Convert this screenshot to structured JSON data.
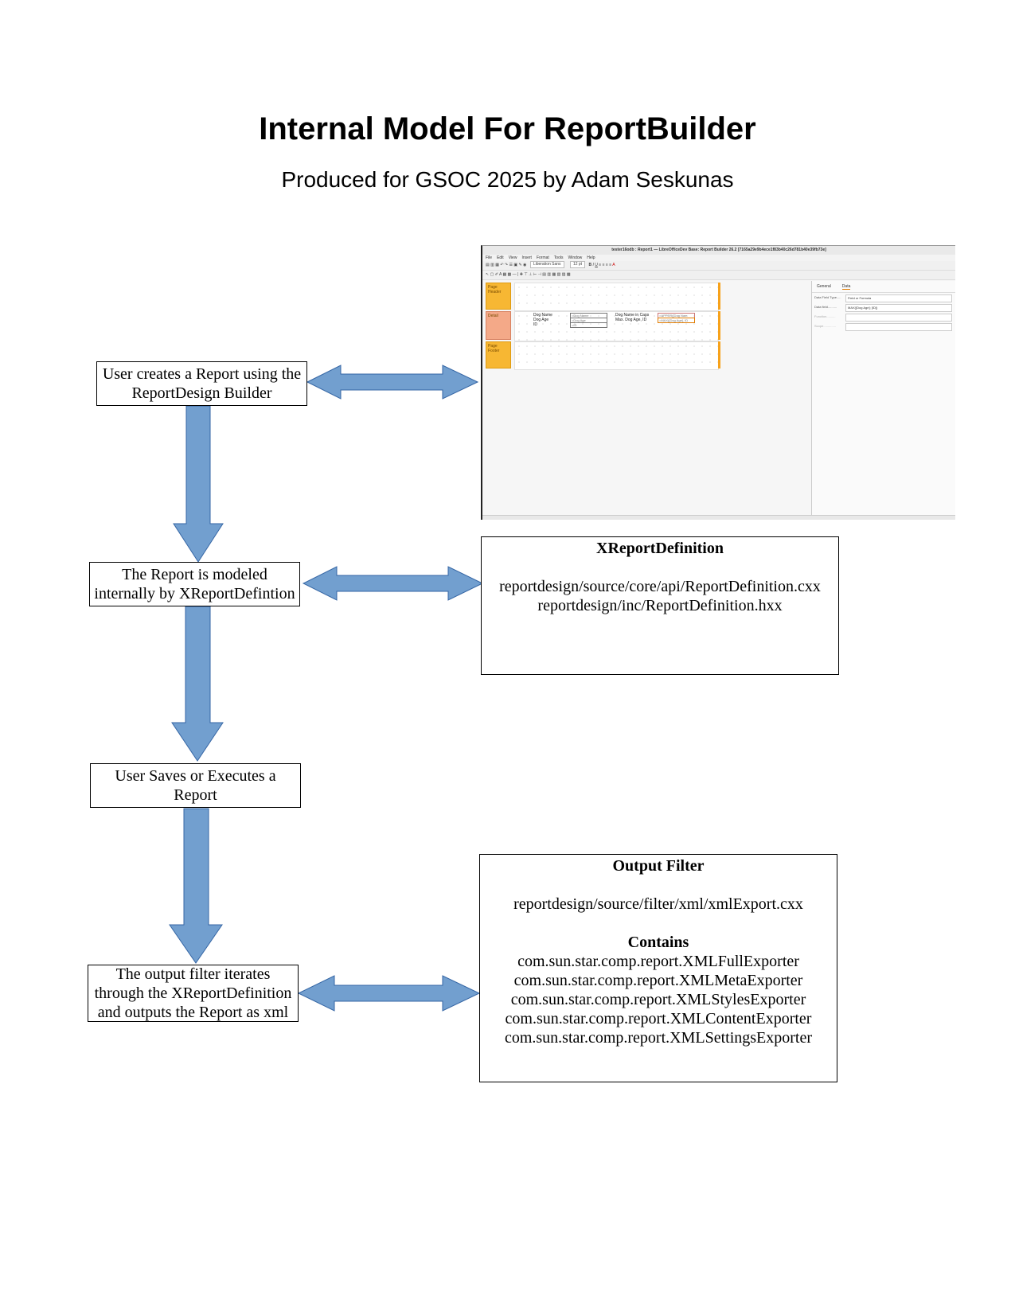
{
  "title": "Internal Model For ReportBuilder",
  "subtitle": "Produced for GSOC 2025 by Adam Seskunas",
  "steps": [
    {
      "lines": [
        "User creates a Report using the",
        "ReportDesign Builder"
      ]
    },
    {
      "lines": [
        "The Report is modeled",
        "internally by XReportDefintion"
      ]
    },
    {
      "lines": [
        "User Saves or Executes a",
        "Report"
      ]
    },
    {
      "lines": [
        "The output filter iterates",
        "through the XReportDefinition",
        "and outputs the Report as xml"
      ]
    }
  ],
  "definition_box": {
    "heading": "XReportDefinition",
    "lines": [
      "reportdesign/source/core/api/ReportDefinition.cxx",
      "reportdesign/inc/ReportDefinition.hxx"
    ]
  },
  "filter_box": {
    "heading": "Output Filter",
    "file": "reportdesign/source/filter/xml/xmlExport.cxx",
    "contains_heading": "Contains",
    "exporters": [
      "com.sun.star.comp.report.XMLFullExporter",
      "com.sun.star.comp.report.XMLMetaExporter",
      "com.sun.star.comp.report.XMLStylesExporter",
      "com.sun.star.comp.report.XMLContentExporter",
      "com.sun.star.comp.report.XMLSettingsExporter"
    ]
  },
  "arrow_color": "#729fcf",
  "arrow_stroke": "#3465a4",
  "screenshot": {
    "window_title": "tester16odb : Report1 — LibreOfficeDev Base: Report Builder 26.2 [7165a29e9b4ece1f83b40c26d781b40e39fb73e]",
    "menu": [
      "File",
      "Edit",
      "View",
      "Insert",
      "Format",
      "Tools",
      "Window",
      "Help"
    ],
    "font_name": "Liberation Sans",
    "font_size": "12 pt",
    "sections": [
      "Page Header",
      "Detail",
      "Page Footer"
    ],
    "detail_labels": [
      "Dog Name",
      "Dog Age",
      "ID"
    ],
    "detail_fields": [
      "=Dog Name",
      "=Dog Age",
      "=ID"
    ],
    "detail_labels_2": [
      "Dog Name in Caps",
      "Max. Dog Age, ID"
    ],
    "detail_fields_2": [
      "=UPPER([Dog Nam",
      "=MAX([Dog Age], ID"
    ],
    "panel_tabs": [
      "General",
      "Data"
    ],
    "panel_rows": [
      {
        "label": "Data Field Type.....",
        "value": "Field or Formula"
      },
      {
        "label": "Data field..........",
        "value": "MAX([Dog Age]; [ID])"
      },
      {
        "label": "Function..........",
        "value": ""
      },
      {
        "label": "Scope..............",
        "value": ""
      }
    ]
  }
}
